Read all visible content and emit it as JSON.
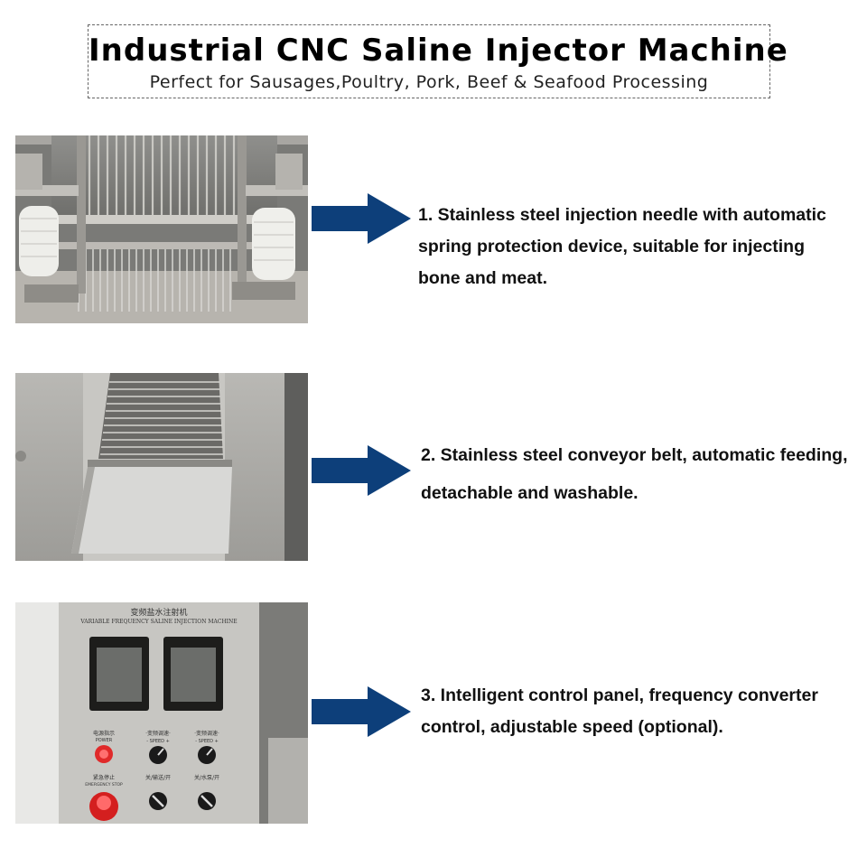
{
  "header": {
    "title": "Industrial CNC Saline Injector Machine",
    "subtitle": "Perfect for Sausages,Poultry, Pork, Beef & Seafood Processing"
  },
  "colors": {
    "arrow": "#0d3f7a",
    "steel": "#a9a9a6"
  },
  "features": [
    {
      "lines": [
        "1. Stainless steel injection needle with automatic",
        "spring protection device, suitable for injecting",
        "bone and meat."
      ],
      "icon": "arrow-right-icon"
    },
    {
      "lines": [
        "2. Stainless steel conveyor belt, automatic feeding,",
        "detachable and washable."
      ],
      "icon": "arrow-right-icon"
    },
    {
      "lines": [
        "3. Intelligent control panel, frequency converter",
        "control, adjustable speed (optional)."
      ],
      "icon": "arrow-right-icon"
    }
  ],
  "panel": {
    "title_cn": "变频盐水注射机",
    "title_en": "VARIABLE FREQUENCY SALINE INJECTION MACHINE",
    "power_cn": "电源指示",
    "power_en": "POWER",
    "speed_cn_1": "·变频调速·",
    "speed_en_1": "- SPEED +",
    "speed_cn_2": "·变频调速·",
    "speed_en_2": "- SPEED +",
    "stop_cn": "紧急停止",
    "stop_en": "EMERGENCY STOP",
    "knob_cn_1": "关/输送/开",
    "knob_cn_2": "关/水泵/开"
  }
}
